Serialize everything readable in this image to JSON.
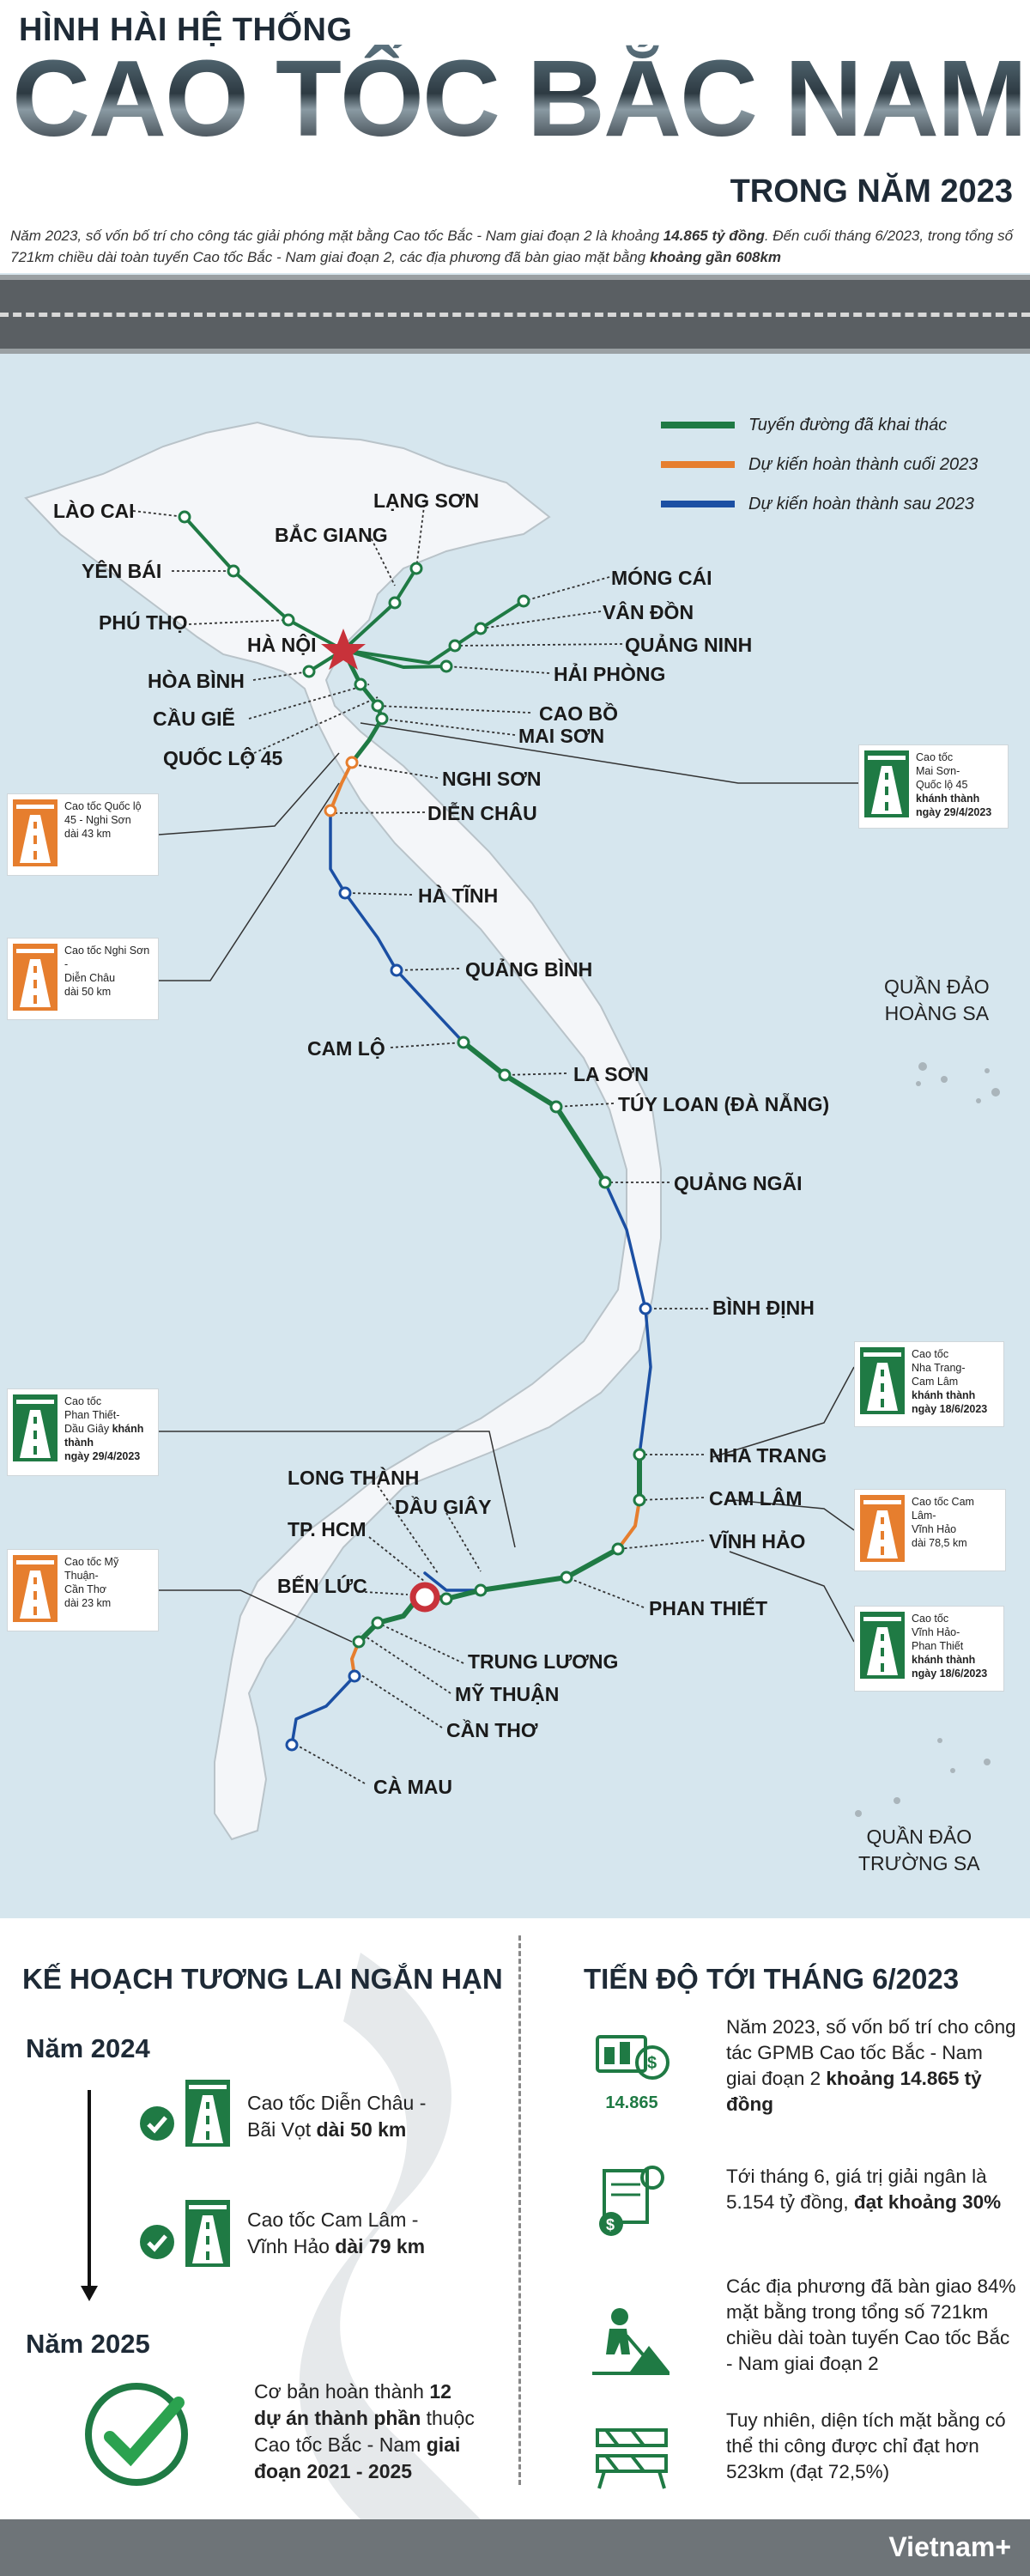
{
  "header": {
    "pre_title": "HÌNH HÀI HỆ THỐNG",
    "main_title": "CAO TỐC BẮC NAM",
    "sub_title": "TRONG NĂM 2023",
    "intro_part1": "Năm 2023, số vốn bố trí cho công tác giải phóng mặt bằng Cao tốc Bắc - Nam giai đoạn 2 là khoảng ",
    "intro_bold1": "14.865 tỷ đồng",
    "intro_part2": ". Đến cuối tháng 6/2023, trong tổng số 721km chiều dài toàn tuyến Cao tốc Bắc - Nam giai đoạn 2, các địa phương đã bàn giao mặt bằng ",
    "intro_bold2": "khoảng gần 608km"
  },
  "legend": [
    {
      "label": "Tuyến đường đã khai thác",
      "color": "#1f7a44"
    },
    {
      "label": "Dự kiến hoàn thành cuối 2023",
      "color": "#e67e2e"
    },
    {
      "label": "Dự kiến hoàn thành sau 2023",
      "color": "#1b4fa3"
    }
  ],
  "places": {
    "lao_cai": "LÀO CAI",
    "yen_bai": "YÊN BÁI",
    "phu_tho": "PHÚ THỌ",
    "ha_noi": "HÀ NỘI",
    "hoa_binh": "HÒA BÌNH",
    "cau_gie": "CẦU GIẼ",
    "quoc_lo_45": "QUỐC LỘ 45",
    "lang_son": "LẠNG SƠN",
    "bac_giang": "BẮC GIANG",
    "mong_cai": "MÓNG CÁI",
    "van_don": "VÂN ĐỒN",
    "quang_ninh": "QUẢNG NINH",
    "hai_phong": "HẢI PHÒNG",
    "cao_bo": "CAO BỒ",
    "mai_son": "MAI SƠN",
    "nghi_son": "NGHI SƠN",
    "dien_chau": "DIỄN CHÂU",
    "ha_tinh": "HÀ TĨNH",
    "quang_binh": "QUẢNG BÌNH",
    "cam_lo": "CAM LỘ",
    "la_son": "LA SƠN",
    "tuy_loan": "TÚY LOAN (ĐÀ NẴNG)",
    "quang_ngai": "QUẢNG NGÃI",
    "binh_dinh": "BÌNH ĐỊNH",
    "nha_trang": "NHA TRANG",
    "cam_lam": "CAM LÂM",
    "vinh_hao": "VĨNH HẢO",
    "phan_thiet": "PHAN THIẾT",
    "long_thanh": "LONG THÀNH",
    "dau_giay": "DẦU GIÂY",
    "tp_hcm": "TP. HCM",
    "ben_luc": "BẾN LỨC",
    "trung_luong": "TRUNG LƯƠNG",
    "my_thuan": "MỸ THUẬN",
    "can_tho": "CẦN THƠ",
    "ca_mau": "CÀ MAU"
  },
  "islands": {
    "hoang_sa": [
      "QUẦN ĐẢO",
      "HOÀNG SA"
    ],
    "truong_sa": [
      "QUẦN ĐẢO",
      "TRƯỜNG SA"
    ]
  },
  "cards": {
    "mai_son": {
      "line1": "Cao tốc",
      "line2": "Mai Sơn-",
      "line3": "Quốc lộ 45",
      "bold1": "khánh thành",
      "bold2": "ngày 29/4/2023",
      "color": "#1f7a44"
    },
    "ql45_nghison": {
      "line1": "Cao tốc Quốc lộ",
      "line2": "45 - Nghi Sơn",
      "line3": "dài 43 km",
      "color": "#e67e2e"
    },
    "nghison_dienchau": {
      "line1": "Cao tốc Nghi Sơn -",
      "line2": "Diễn Châu",
      "line3": "dài 50 km",
      "color": "#e67e2e"
    },
    "nhatrang_camlam": {
      "line1": "Cao tốc",
      "line2": "Nha Trang-",
      "line3": "Cam Lâm",
      "bold1": "khánh thành",
      "bold2": "ngày 18/6/2023",
      "color": "#1f7a44"
    },
    "camlam_vinhhao": {
      "line1": "Cao tốc Cam Lâm-",
      "line2": "Vĩnh Hảo",
      "line3": "dài 78,5 km",
      "color": "#e67e2e"
    },
    "vinhhao_phanthiet": {
      "line1": "Cao tốc",
      "line2": "Vĩnh Hảo-",
      "line3": "Phan Thiết",
      "bold1": "khánh thành",
      "bold2": "ngày 18/6/2023",
      "color": "#1f7a44"
    },
    "phanthiet_daugiay": {
      "line1": "Cao tốc",
      "line2": "Phan Thiết-",
      "line3": "Dầu Giây",
      "bold1": "khánh thành",
      "bold2": "ngày 29/4/2023",
      "color": "#1f7a44"
    },
    "mythuan_cantho": {
      "line1": "Cao tốc Mỹ Thuận-",
      "line2": "Cần Thơ",
      "line3": "dài 23 km",
      "color": "#e67e2e"
    }
  },
  "plan": {
    "title": "KẾ HOẠCH TƯƠNG LAI NGẮN HẠN",
    "year_2024": "Năm 2024",
    "year_2025": "Năm 2025",
    "item1_line1": "Cao tốc Diễn Châu -",
    "item1_line2": "Bãi Vọt ",
    "item1_bold": "dài 50 km",
    "item2_line1": "Cao tốc Cam Lâm -",
    "item2_line2": "Vĩnh Hảo ",
    "item2_bold": "dài 79 km",
    "final_line1a": "Cơ bản hoàn thành ",
    "final_bold1": "12",
    "final_bold2": "dự án thành phần",
    "final_line2b": " thuộc",
    "final_line3": "Cao tốc Bắc - Nam ",
    "final_bold3": "giai",
    "final_bold4": "đoạn 2021 - 2025"
  },
  "progress": {
    "title": "TIẾN ĐỘ TỚI THÁNG 6/2023",
    "icon_value": "14.865",
    "item1_a": "Năm 2023, số vốn bố trí cho công tác GPMB Cao tốc Bắc - Nam giai đoạn 2 ",
    "item1_bold": "khoảng 14.865 tỷ đồng",
    "item2_a": "Tới tháng 6, giá trị giải ngân là 5.154 tỷ đồng, ",
    "item2_bold": "đạt khoảng 30%",
    "item3": "Các địa phương đã bàn giao 84% mặt bằng trong tổng số 721km chiều dài toàn tuyến Cao tốc Bắc - Nam giai đoạn 2",
    "item4": "Tuy nhiên, diện tích mặt bằng có thể thi công được chỉ đạt hơn 523km (đạt 72,5%)"
  },
  "footer": {
    "brand": "Vietnam+"
  }
}
